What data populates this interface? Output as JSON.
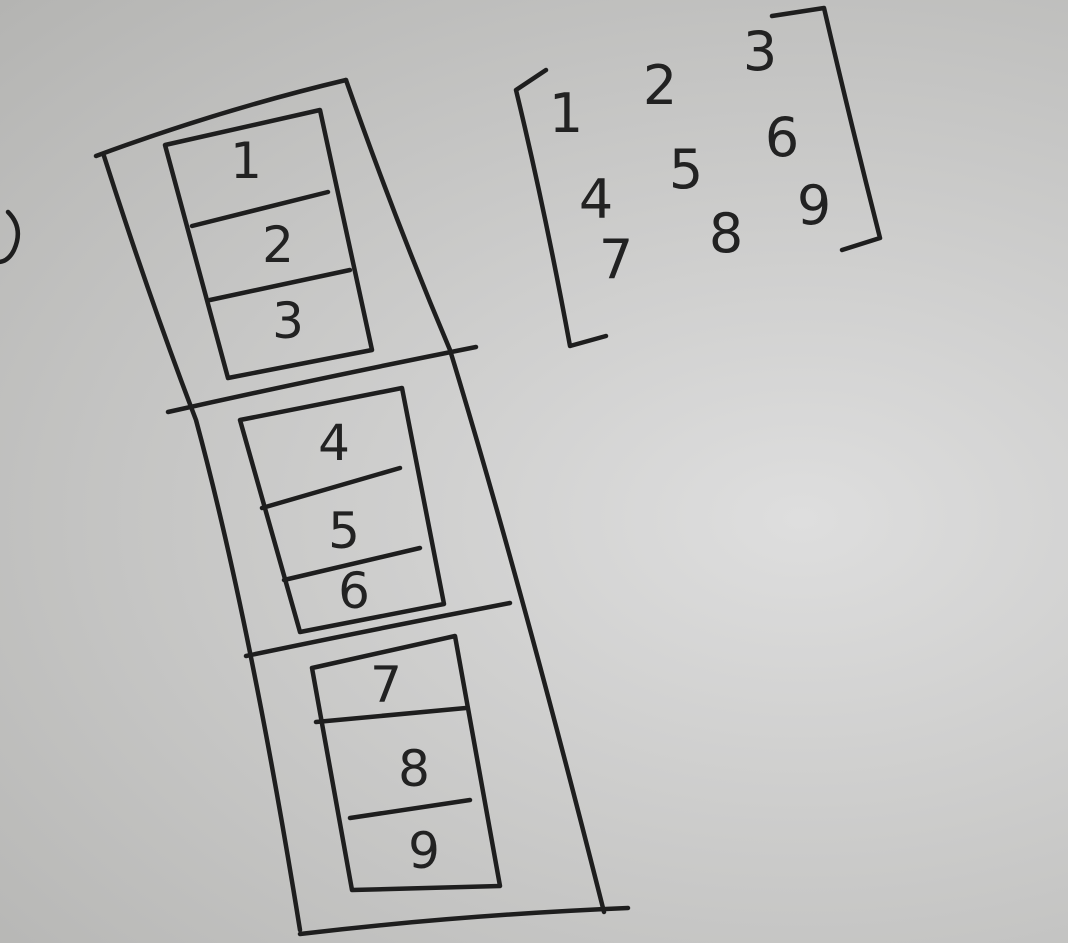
{
  "array_blocks": [
    [
      "1",
      "2",
      "3"
    ],
    [
      "4",
      "5",
      "6"
    ],
    [
      "7",
      "8",
      "9"
    ]
  ],
  "matrix": [
    [
      "1",
      "2",
      "3"
    ],
    [
      "4",
      "5",
      "6"
    ],
    [
      "7",
      "8",
      "9"
    ]
  ],
  "colors": {
    "ink": "#1e1e1e",
    "board": "#cbcbca"
  }
}
